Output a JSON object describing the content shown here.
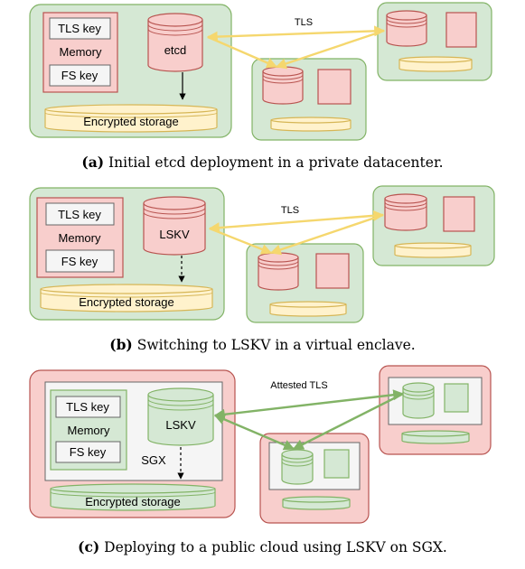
{
  "panels": [
    {
      "caption_tag": "(a)",
      "caption_text": "Initial etcd deployment in a private datacenter.",
      "node_label": "etcd",
      "memory_label": "Memory",
      "tls_key_label": "TLS key",
      "fs_key_label": "FS key",
      "storage_label": "Encrypted storage",
      "link_label": "TLS"
    },
    {
      "caption_tag": "(b)",
      "caption_text": "Switching to LSKV in a virtual enclave.",
      "node_label": "LSKV",
      "memory_label": "Memory",
      "tls_key_label": "TLS key",
      "fs_key_label": "FS key",
      "storage_label": "Encrypted storage",
      "link_label": "TLS"
    },
    {
      "caption_tag": "(c)",
      "caption_text": "Deploying to a public cloud using LSKV on SGX.",
      "node_label": "LSKV",
      "memory_label": "Memory",
      "tls_key_label": "TLS key",
      "fs_key_label": "FS key",
      "storage_label": "Encrypted storage",
      "link_label": "Attested TLS",
      "enclave_label": "SGX"
    }
  ],
  "colors": {
    "green_fill": "#d5e8d4",
    "green_stroke": "#82b366",
    "red_fill": "#f8cecc",
    "red_stroke": "#b85450",
    "yellow_fill": "#fff2cc",
    "yellow_stroke": "#d6b656",
    "tls_arrow": "#f5d76e",
    "attested_arrow": "#82b366"
  }
}
